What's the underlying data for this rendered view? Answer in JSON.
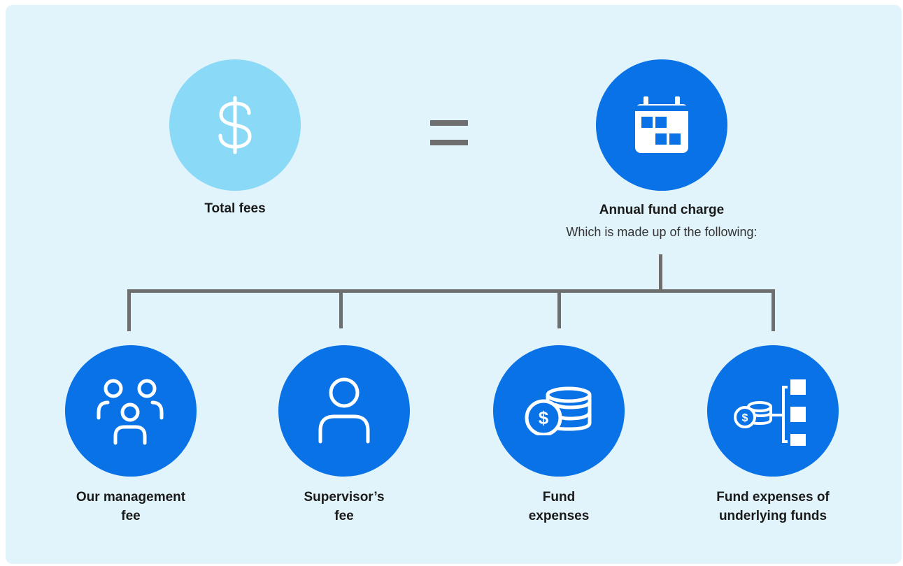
{
  "top": {
    "total_fees_label": "Total fees",
    "annual_charge_label": "Annual fund charge",
    "annual_charge_sub": "Which is made up of the following:"
  },
  "items": [
    {
      "line1": "Our management",
      "line2": "fee"
    },
    {
      "line1": "Supervisor’s",
      "line2": "fee"
    },
    {
      "line1": "Fund",
      "line2": "expenses"
    },
    {
      "line1": "Fund expenses of",
      "line2": "underlying funds"
    }
  ],
  "icons": {
    "total": "dollar-sign-icon",
    "annual": "calendar-icon",
    "item0": "people-group-icon",
    "item1": "person-icon",
    "item2": "coins-stack-icon",
    "item3": "coins-distribution-icon"
  },
  "colors": {
    "background": "#e1f4fb",
    "light_circle": "#8ad9f7",
    "blue_circle": "#0872e6",
    "connector": "#6e6e6e"
  }
}
